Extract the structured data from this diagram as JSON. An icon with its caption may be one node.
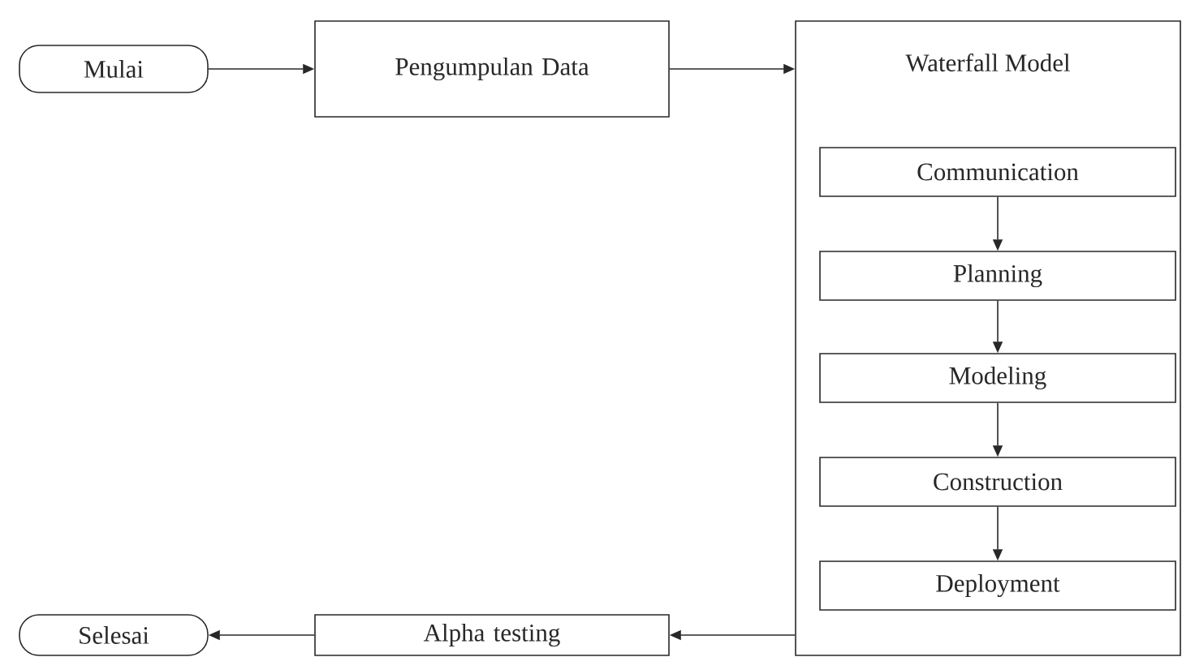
{
  "diagram": {
    "nodes": [
      {
        "text": [
          "Mulai"
        ]
      },
      {
        "text": [
          "Pengumpulan Data"
        ]
      },
      {
        "text": [
          "Waterfall Model"
        ]
      },
      {
        "text": [
          "Communication"
        ],
        "in": 2
      },
      {
        "text": [
          "Planning"
        ],
        "in": 2
      },
      {
        "text": [
          "Modeling"
        ],
        "in": 2
      },
      {
        "text": [
          "Construction"
        ],
        "in": 2
      },
      {
        "text": [
          "Deployment"
        ],
        "in": 2
      },
      {
        "text": [
          "Alpha testing"
        ]
      },
      {
        "text": [
          "Selesai"
        ]
      }
    ],
    "edges": [
      {
        "from": 0,
        "to": 1,
        "arrow": "to"
      },
      {
        "from": 1,
        "to": 2,
        "arrow": "to"
      },
      {
        "from": 3,
        "to": 4,
        "arrow": "to"
      },
      {
        "from": 4,
        "to": 5,
        "arrow": "to"
      },
      {
        "from": 5,
        "to": 6,
        "arrow": "to"
      },
      {
        "from": 6,
        "to": 7,
        "arrow": "to"
      },
      {
        "from": 2,
        "to": 8,
        "arrow": "to"
      },
      {
        "from": 8,
        "to": 9,
        "arrow": "to"
      }
    ]
  }
}
